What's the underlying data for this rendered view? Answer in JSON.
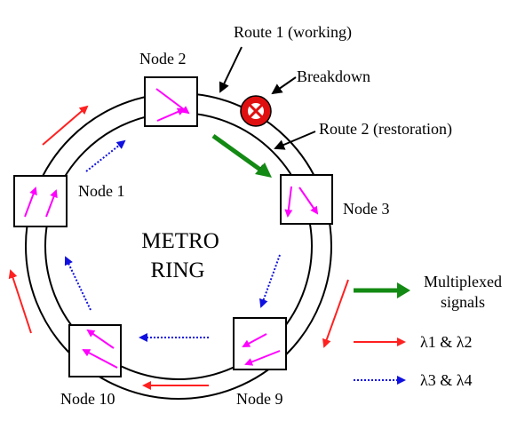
{
  "labels": {
    "route1": "Route 1 (working)",
    "route2": "Route 2 (restoration)",
    "breakdown": "Breakdown",
    "center_line1": "METRO",
    "center_line2": "RING",
    "nodes": {
      "node1": "Node 1",
      "node2": "Node 2",
      "node3": "Node 3",
      "node9": "Node 9",
      "node10": "Node 10"
    }
  },
  "legend": {
    "multiplexed_line1": "Multiplexed",
    "multiplexed_line2": "signals",
    "red_arrow": "λ1 & λ2",
    "blue_arrow": "λ3 & λ4"
  },
  "colors": {
    "red": "#ff2020",
    "blue": "#1010e0",
    "green": "#138a13",
    "magenta": "#ff00ff",
    "breakdown_red": "#e01010"
  },
  "icons": {
    "breakdown": "x-circle-icon"
  }
}
